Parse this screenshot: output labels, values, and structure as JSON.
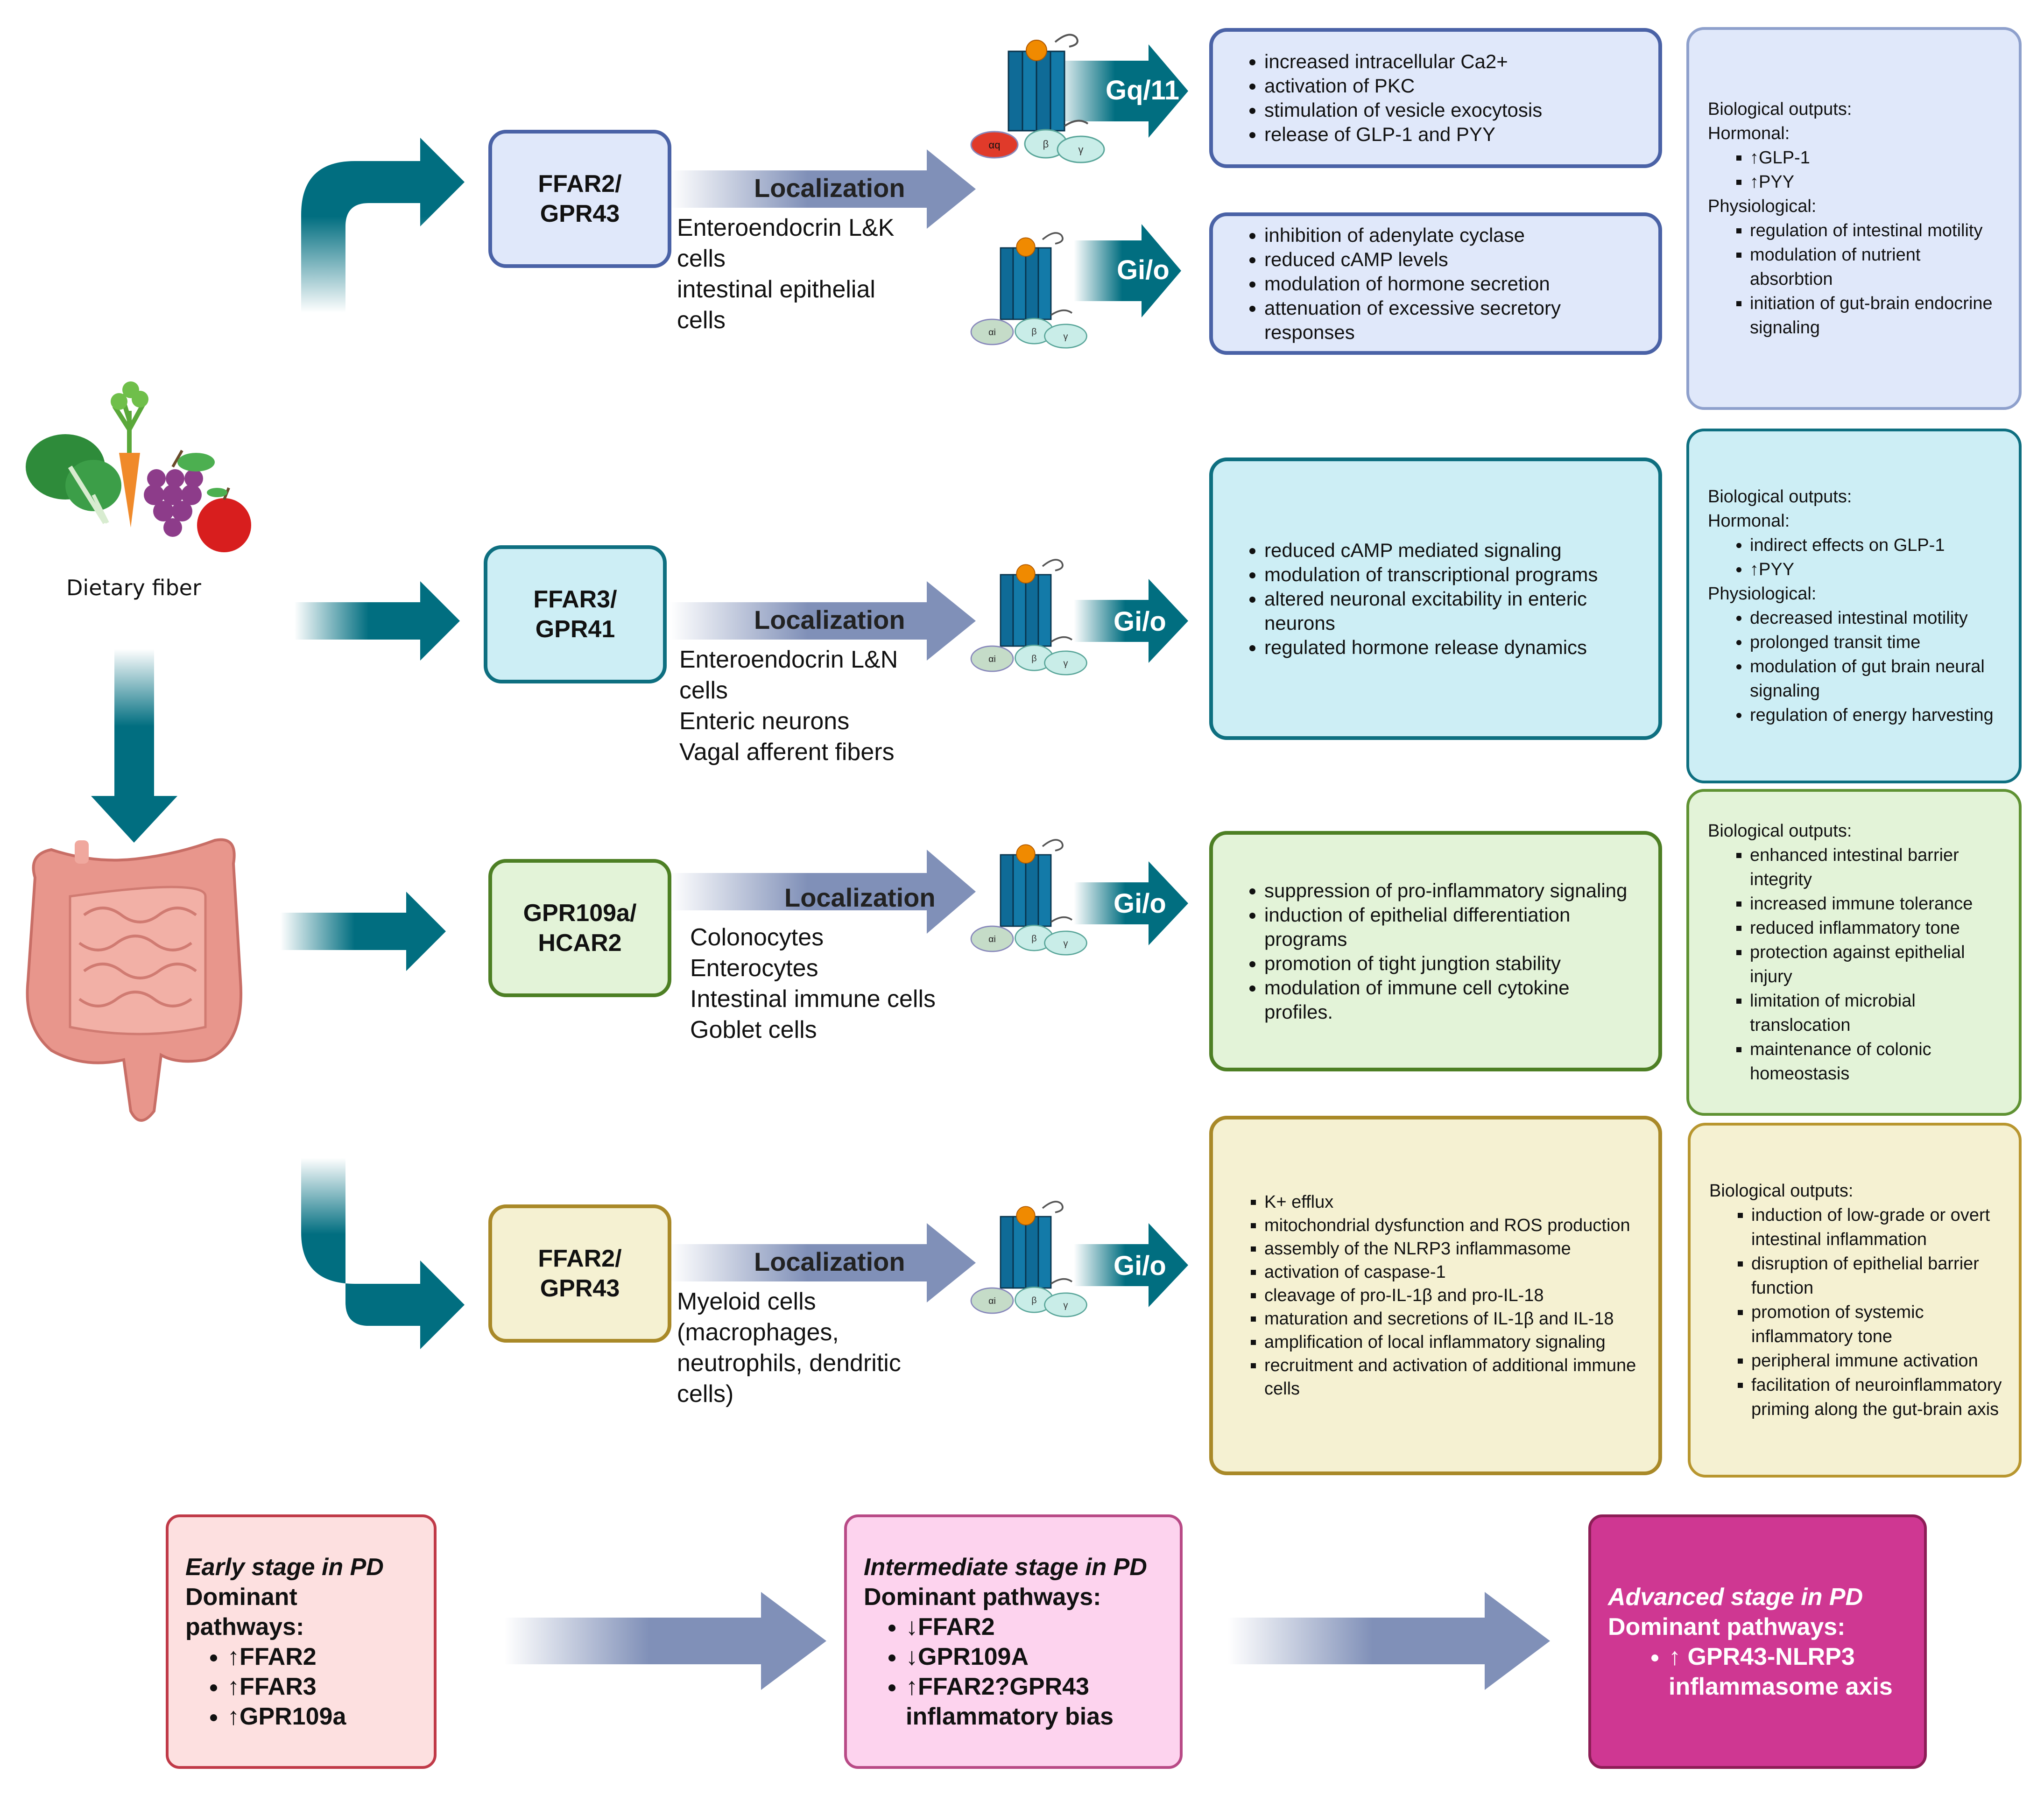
{
  "colors": {
    "teal_arrow": "#016e80",
    "localization_arrow": "#8090b8",
    "receptor_blue": "#0f6b97",
    "ligand_orange": "#f08a00",
    "alpha_q_red": "#e03a2a",
    "advanced_stage": "#cf3792"
  },
  "diet": {
    "label": "Dietary fiber",
    "icons": [
      "leafy-greens-icon",
      "carrot-icon",
      "grapes-icon",
      "apple-icon"
    ]
  },
  "gut": {
    "icon": "intestine-icon"
  },
  "rows": [
    {
      "receptor": "FFAR2/\nGPR43",
      "localization_label": "Localization",
      "localization_cells": "Enteroendocrin L&K\ncells\nintestinal epithelial\ncells",
      "pathways": [
        {
          "g_protein": "Gq/11",
          "subunits": [
            "αq",
            "β",
            "γ"
          ],
          "effects": [
            "increased intracellular Ca2+",
            "activation of PKC",
            "stimulation of vesicle exocytosis",
            "release of GLP-1 and PYY"
          ]
        },
        {
          "g_protein": "Gi/o",
          "subunits": [
            "αi",
            "β",
            "γ"
          ],
          "effects": [
            "inhibition of adenylate cyclase",
            "reduced cAMP levels",
            "modulation of hormone secretion",
            "attenuation of excessive secretory responses"
          ]
        }
      ],
      "outputs": {
        "heading": "Biological outputs:",
        "groups": [
          {
            "label": "Hormonal:",
            "items": [
              "↑GLP-1",
              "↑PYY"
            ]
          },
          {
            "label": "Physiological:",
            "items": [
              "regulation of intestinal motility",
              "modulation of nutrient absorbtion",
              "initiation of gut-brain endocrine signaling"
            ]
          }
        ]
      }
    },
    {
      "receptor": "FFAR3/\nGPR41",
      "localization_label": "Localization",
      "localization_cells": "Enteroendocrin L&N\ncells\nEnteric neurons\nVagal afferent fibers",
      "pathways": [
        {
          "g_protein": "Gi/o",
          "subunits": [
            "αi",
            "β",
            "γ"
          ],
          "effects": [
            "reduced cAMP mediated signaling",
            "modulation of transcriptional programs",
            "altered neuronal excitability in enteric neurons",
            "regulated hormone release dynamics"
          ]
        }
      ],
      "outputs": {
        "heading": "Biological outputs:",
        "groups": [
          {
            "label": "Hormonal:",
            "items": [
              "indirect effects on GLP-1",
              "↑PYY"
            ]
          },
          {
            "label": "Physiological:",
            "items": [
              "decreased intestinal motility",
              "prolonged transit time",
              "modulation of gut brain neural signaling",
              "regulation of energy harvesting"
            ]
          }
        ]
      }
    },
    {
      "receptor": "GPR109a/\nHCAR2",
      "localization_label": "Localization",
      "localization_cells": "Colonocytes\nEnterocytes\nIntestinal immune cells\nGoblet cells",
      "pathways": [
        {
          "g_protein": "Gi/o",
          "subunits": [
            "αi",
            "β",
            "γ"
          ],
          "effects": [
            "suppression of pro-inflammatory signaling",
            "induction of epithelial differentiation programs",
            "promotion of tight jungtion stability",
            "modulation of immune cell cytokine profiles."
          ]
        }
      ],
      "outputs": {
        "heading": "Biological outputs:",
        "groups": [
          {
            "label": "",
            "items": [
              "enhanced intestinal barrier integrity",
              "increased immune tolerance",
              "reduced inflammatory tone",
              "protection against epithelial injury",
              "limitation of microbial translocation",
              "maintenance of colonic homeostasis"
            ]
          }
        ]
      }
    },
    {
      "receptor": "FFAR2/\nGPR43",
      "localization_label": "Localization",
      "localization_cells": "Myeloid cells\n(macrophages,\nneutrophils, dendritic\ncells)",
      "pathways": [
        {
          "g_protein": "Gi/o",
          "subunits": [
            "αi",
            "β",
            "γ"
          ],
          "effects": [
            "K+ efflux",
            "mitochondrial dysfunction and ROS production",
            "assembly of the NLRP3 inflammasome",
            "activation of caspase-1",
            "cleavage of pro-IL-1β and pro-IL-18",
            "maturation and secretions of IL-1β and IL-18",
            "amplification of local inflammatory signaling",
            "recruitment and activation of additional immune cells"
          ]
        }
      ],
      "outputs": {
        "heading": "Biological outputs:",
        "groups": [
          {
            "label": "",
            "items": [
              "induction of low-grade or overt intestinal inflammation",
              "disruption of epithelial barrier function",
              "promotion of systemic inflammatory tone",
              "peripheral immune activation",
              "facilitation of neuroinflammatory priming along the gut-brain axis"
            ]
          }
        ]
      }
    }
  ],
  "stages": [
    {
      "title": "Early stage in PD",
      "subtitle": "Dominant pathways:",
      "items": [
        "↑FFAR2",
        "↑FFAR3",
        "↑GPR109a"
      ]
    },
    {
      "title": "Intermediate stage in PD",
      "subtitle": "Dominant pathways:",
      "items": [
        "↓FFAR2",
        "↓GPR109A",
        "↑FFAR2?GPR43 inflammatory bias"
      ]
    },
    {
      "title": "Advanced stage in PD",
      "subtitle": "Dominant pathways:",
      "items": [
        "↑ GPR43-NLRP3 inflammasome axis"
      ]
    }
  ]
}
